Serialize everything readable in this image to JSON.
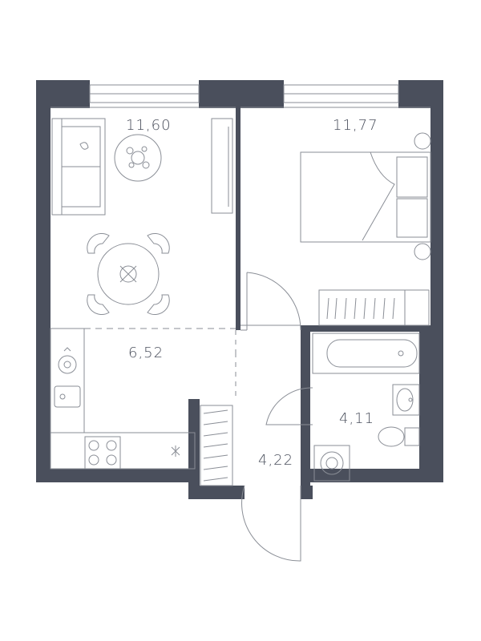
{
  "colors": {
    "wall": "#4a4f5c",
    "line": "#8a8e96",
    "fill": "#ffffff"
  },
  "rooms": {
    "living": {
      "area": "11,60"
    },
    "bedroom": {
      "area": "11,77"
    },
    "kitchen": {
      "area": "6,52"
    },
    "bathroom": {
      "area": "4,11"
    },
    "hallway": {
      "area": "4,22"
    }
  },
  "icons": [
    "sofa-icon",
    "armchair-icon",
    "plant-icon",
    "dining-table-icon",
    "tv-unit-icon",
    "bed-icon",
    "wardrobe-icon",
    "bathtub-icon",
    "sink-icon",
    "toilet-icon",
    "washing-machine-icon",
    "kitchen-sink-icon",
    "stove-icon",
    "boiler-icon"
  ]
}
